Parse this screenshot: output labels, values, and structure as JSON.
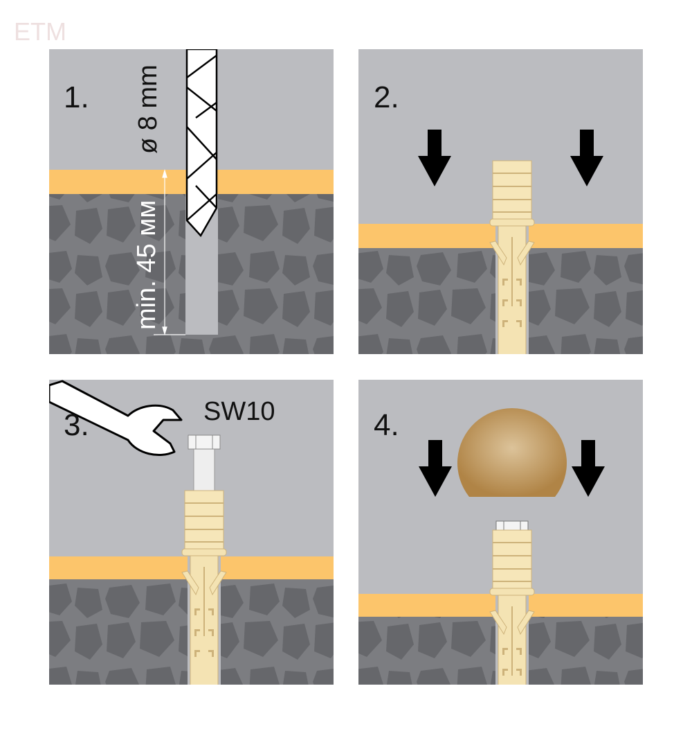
{
  "watermark": "ETM",
  "steps": [
    {
      "number": "1.",
      "diameter_label": "ø 8 mm",
      "depth_label": "min. 45 мм"
    },
    {
      "number": "2."
    },
    {
      "number": "3.",
      "wrench_size_label": "SW10"
    },
    {
      "number": "4."
    }
  ],
  "colors": {
    "wall": "#bbbcc0",
    "plaster": "#fcc56b",
    "concrete": "#7c7d81",
    "stone": "#66676b",
    "anchor": "#f4e3b3",
    "ball": "#b98f55"
  }
}
